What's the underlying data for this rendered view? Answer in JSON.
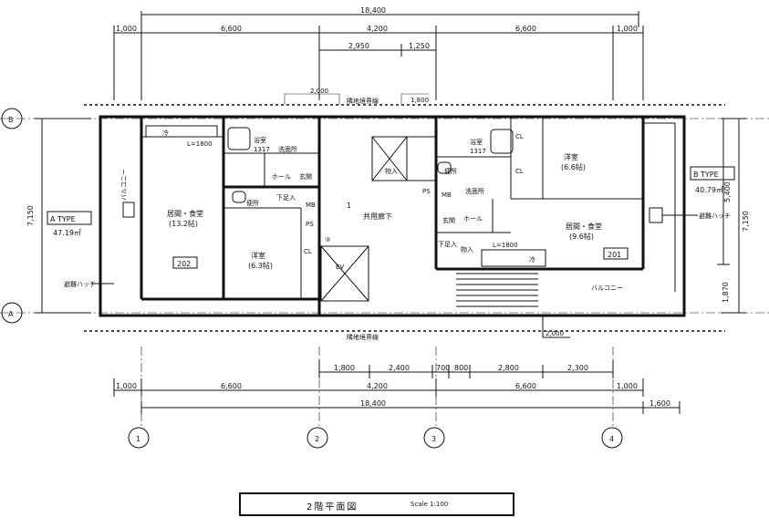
{
  "drawing": {
    "title": "2階平面図",
    "scale": "Scale 1:100"
  },
  "dimensions": {
    "overall_top": "18,400",
    "top_row": [
      "1,000",
      "6,600",
      "4,200",
      "6,600",
      "1,000"
    ],
    "top_sub": [
      "2,950",
      "1,250"
    ],
    "overall_bottom": "18,400",
    "bottom_upper": [
      "1,800",
      "2,400",
      "700",
      "800",
      "2,800",
      "2,300"
    ],
    "bottom_row": [
      "1,000",
      "6,600",
      "4,200",
      "6,600",
      "1,000"
    ],
    "bottom_extra": "1,600",
    "left_height": "7,150",
    "right_height": "7,150",
    "right_upper": "5,400",
    "right_lower": "1,870",
    "small_dims": [
      "2,000",
      "1,800",
      "2,000"
    ]
  },
  "grid_labels": {
    "columns": [
      "1",
      "2",
      "3",
      "4"
    ],
    "rows": [
      "B",
      "A"
    ]
  },
  "boundary_labels": {
    "top": "隣地境界線",
    "bottom": "隣地境界線"
  },
  "unit_a": {
    "type": "A TYPE",
    "area": "47.19㎡",
    "unit_no": "202",
    "rooms": {
      "ldk": "居間・食堂",
      "ldk_size": "(13.2帖)",
      "western": "洋室",
      "western_size": "(6.3帖)",
      "bath": "浴室",
      "bath_size": "1317",
      "wash": "洗面所",
      "toilet": "便所",
      "entrance": "玄関",
      "hall": "ホール",
      "shoebox": "下足入",
      "kitchen_len": "L=1800",
      "balcony": "バルコニー",
      "mb": "MB",
      "ps": "PS",
      "cl": "CL"
    },
    "hatch": "避難ハッチ",
    "sink": "冷"
  },
  "unit_b": {
    "type": "B TYPE",
    "area": "40.79㎡",
    "unit_no": "201",
    "rooms": {
      "ldk": "居間・食堂",
      "ldk_size": "(9.6帖)",
      "western": "洋室",
      "western_size": "(6.6帖)",
      "bath": "浴室",
      "bath_size": "1317",
      "wash": "洗面所",
      "toilet": "便所",
      "entrance": "玄関",
      "hall": "ホール",
      "shoebox": "下足入",
      "storage": "物入",
      "kitchen_len": "L=1800",
      "balcony": "バルコニー",
      "mb": "MB",
      "ps": "PS",
      "cl": "CL"
    },
    "hatch": "避難ハッチ",
    "sink": "冷"
  },
  "common": {
    "corridor": "共用廊下",
    "ev": "EV",
    "number": "1",
    "circle": "③",
    "storage": "物入"
  }
}
